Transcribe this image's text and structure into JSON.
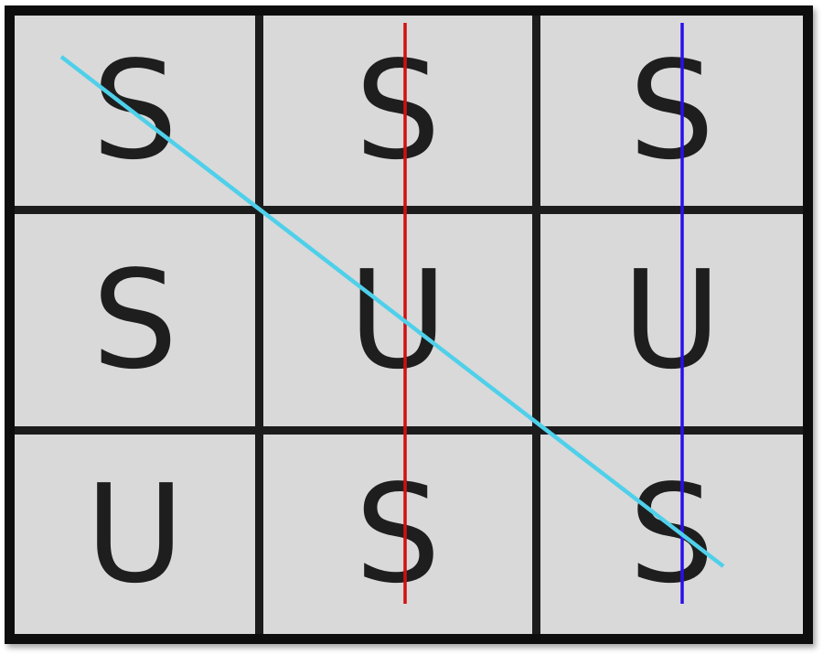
{
  "board": {
    "rows": 3,
    "cols": 3,
    "cells": [
      [
        "S",
        "S",
        "S"
      ],
      [
        "S",
        "U",
        "U"
      ],
      [
        "U",
        "S",
        "S"
      ]
    ]
  },
  "colors": {
    "cell_background": "#d9d9d9",
    "border": "#0d0d0d",
    "grid_lines": "#1c1c1c",
    "letters": "#1e1e1e",
    "diagonal_line": "#4fd0ea",
    "vertical_line_middle": "#d01010",
    "vertical_line_right": "#2a10e8"
  },
  "strike_lines": [
    {
      "name": "diagonal-strike-line",
      "from": "row-1-col-1",
      "to": "row-3-col-3",
      "color": "#4fd0ea"
    },
    {
      "name": "middle-column-strike-line",
      "from": "row-1-col-2",
      "to": "row-3-col-2",
      "color": "#d01010"
    },
    {
      "name": "right-column-strike-line",
      "from": "row-1-col-3",
      "to": "row-3-col-3",
      "color": "#2a10e8"
    }
  ]
}
